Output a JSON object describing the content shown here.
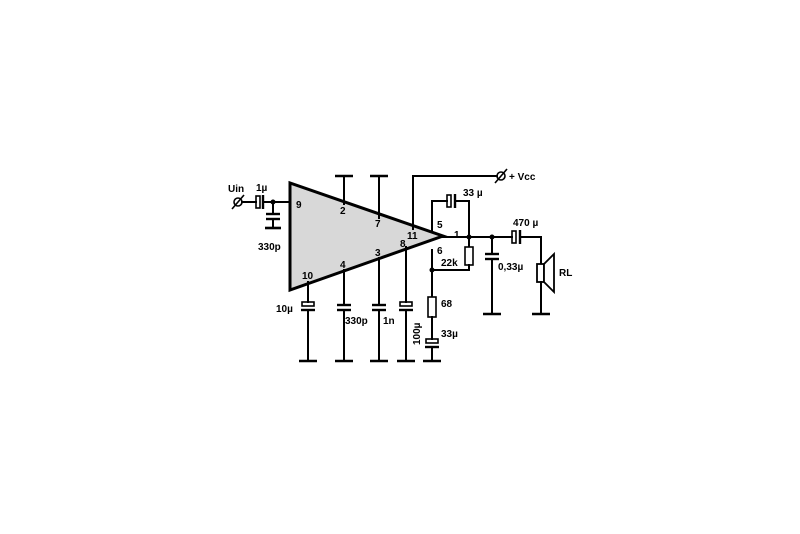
{
  "colors": {
    "amplifier_fill": "#d8d8d8",
    "ink": "#000000",
    "background": "#ffffff"
  },
  "labels": {
    "input": "Uin",
    "supply": "+ Vcc",
    "load": "RL",
    "c_in": "1µ",
    "c_in_shunt": "330p",
    "c_pin10": "10µ",
    "c_pin4": "330p",
    "c_pin3": "1n",
    "c_pin11": "100µ",
    "c_feedback": "33 µ",
    "r_feedback": "22k",
    "r_series": "68",
    "c_bootstrap": "33µ",
    "c_output_shunt": "0,33µ",
    "c_output": "470 µ"
  },
  "pins": {
    "p9": "9",
    "p2": "2",
    "p7": "7",
    "p11": "11",
    "p5": "5",
    "p1": "1",
    "p8": "8",
    "p6": "6",
    "p3": "3",
    "p4": "4",
    "p10": "10"
  }
}
